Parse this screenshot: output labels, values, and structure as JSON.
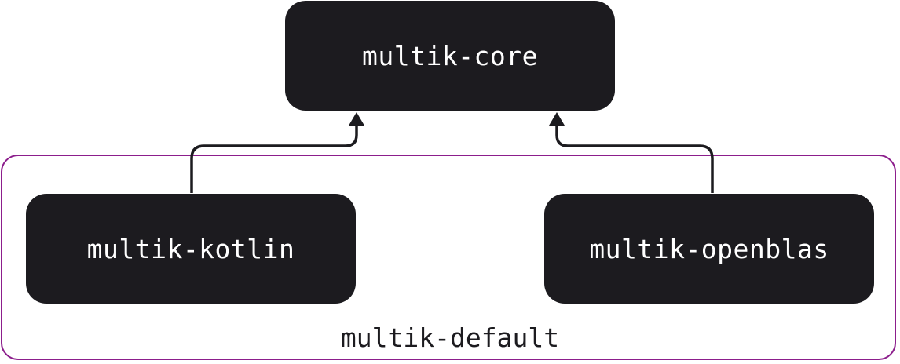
{
  "nodes": {
    "core": {
      "label": "multik-core"
    },
    "kotlin": {
      "label": "multik-kotlin"
    },
    "openblas": {
      "label": "multik-openblas"
    }
  },
  "group": {
    "label": "multik-default"
  },
  "edges": [
    {
      "from": "multik-kotlin",
      "to": "multik-core"
    },
    {
      "from": "multik-openblas",
      "to": "multik-core"
    }
  ],
  "colors": {
    "node_fill": "#1c1b1f",
    "node_text": "#ffffff",
    "group_border": "#8c1e8c",
    "edge": "#1c1b1f"
  }
}
